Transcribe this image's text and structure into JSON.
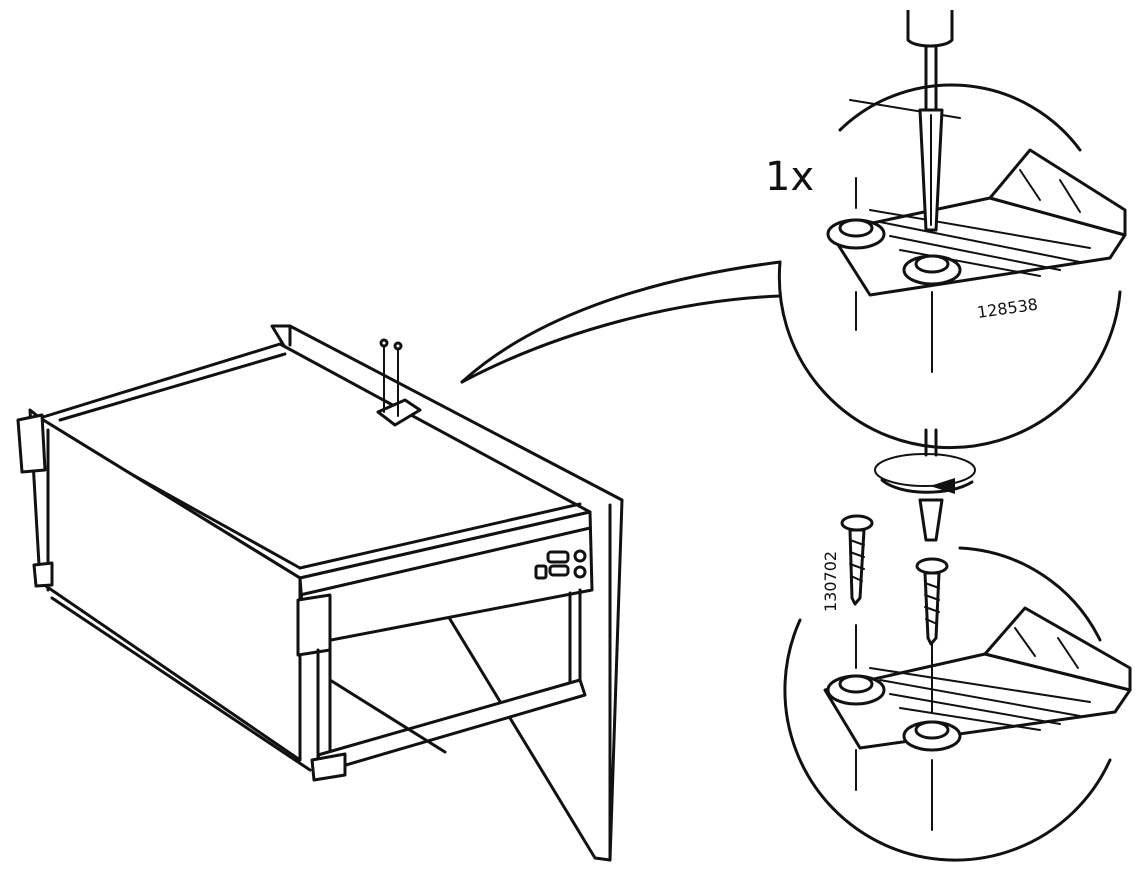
{
  "instruction": {
    "quantity_label": "1x",
    "part_number_top": "128538",
    "part_number_screw": "130702"
  },
  "colors": {
    "line": "#111111",
    "background": "#ffffff"
  },
  "icons": [
    "screwdriver-icon",
    "rotate-arrow-icon",
    "screw-icon"
  ]
}
